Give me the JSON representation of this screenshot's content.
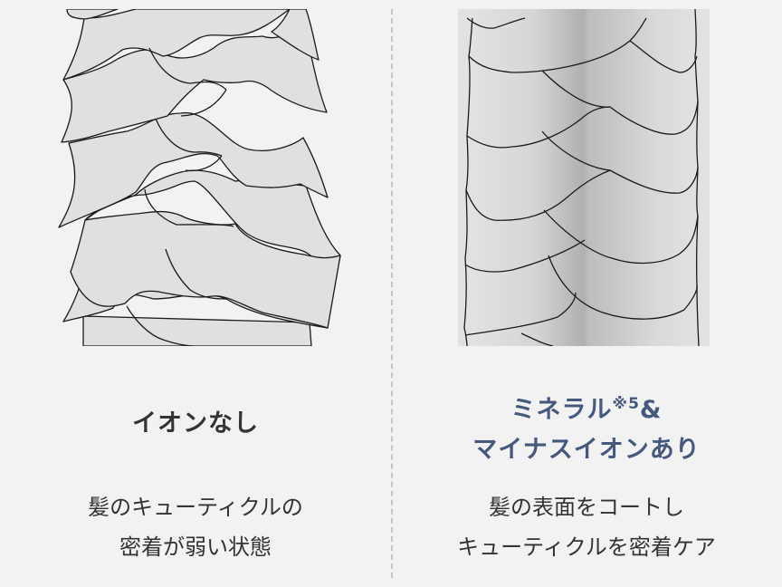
{
  "colors": {
    "background": "#f2f2f2",
    "divider": "#c4c4c4",
    "cuticle_fill_left": "#e0e0e0",
    "cuticle_stroke": "#1a1a1a",
    "accent_title_right": "#44597c",
    "text": "#333333"
  },
  "left": {
    "illustration": "damaged-hair-cuticle-illustration",
    "title": "イオンなし",
    "description_lines": [
      "髪のキューティクルの",
      "密着が弱い状態"
    ]
  },
  "right": {
    "illustration": "coated-hair-cuticle-illustration",
    "title_line1": "ミネラル",
    "title_note": "※5",
    "title_amp": "&",
    "title_line2": "マイナスイオンあり",
    "description_lines": [
      "髪の表面をコートし",
      "キューティクルを密着ケア"
    ]
  }
}
